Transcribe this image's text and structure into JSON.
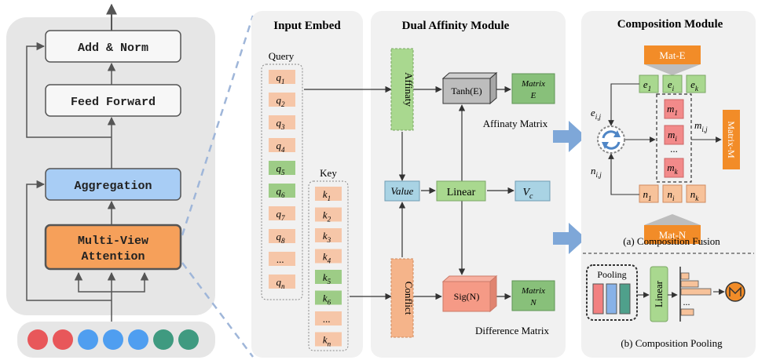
{
  "left_block": {
    "add_norm": "Add & Norm",
    "feed_forward": "Feed Forward",
    "aggregation": "Aggregation",
    "mva_line1": "Multi-View",
    "mva_line2": "Attention",
    "dots": [
      "#e8575a",
      "#e8575a",
      "#4f9ef0",
      "#4f9ef0",
      "#4f9ef0",
      "#3f9a80",
      "#3f9a80"
    ]
  },
  "input_embed": {
    "title": "Input Embed",
    "query_label": "Query",
    "key_label": "Key",
    "queries": [
      {
        "b": "q",
        "s": "1",
        "c": "#f6c6a8"
      },
      {
        "b": "q",
        "s": "2",
        "c": "#f6c6a8"
      },
      {
        "b": "q",
        "s": "3",
        "c": "#f6c6a8"
      },
      {
        "b": "q",
        "s": "4",
        "c": "#f6c6a8"
      },
      {
        "b": "q",
        "s": "5",
        "c": "#9dcc86"
      },
      {
        "b": "q",
        "s": "6",
        "c": "#9dcc86"
      },
      {
        "b": "q",
        "s": "7",
        "c": "#f6c6a8"
      },
      {
        "b": "q",
        "s": "8",
        "c": "#f6c6a8"
      },
      {
        "b": "...",
        "s": "",
        "c": "#f6c6a8"
      },
      {
        "b": "q",
        "s": "n",
        "c": "#f6c6a8"
      }
    ],
    "keys": [
      {
        "b": "k",
        "s": "1",
        "c": "#f6c6a8"
      },
      {
        "b": "k",
        "s": "2",
        "c": "#f6c6a8"
      },
      {
        "b": "k",
        "s": "3",
        "c": "#f6c6a8"
      },
      {
        "b": "k",
        "s": "4",
        "c": "#f6c6a8"
      },
      {
        "b": "k",
        "s": "5",
        "c": "#9dcc86"
      },
      {
        "b": "k",
        "s": "6",
        "c": "#9dcc86"
      },
      {
        "b": "...",
        "s": "",
        "c": "#f6c6a8"
      },
      {
        "b": "k",
        "s": "n",
        "c": "#f6c6a8"
      }
    ]
  },
  "dual": {
    "title": "Dual Affinity Module",
    "affinaty": "Affinaty",
    "conflict": "Conflict",
    "tanh": "Tanh(E)",
    "sig": "Sig(N)",
    "matrix_word": "Matrix",
    "matrix_e": "E",
    "matrix_n": "N",
    "value": "Value",
    "linear": "Linear",
    "vc_base": "V",
    "vc_sub": "c",
    "affinaty_matrix": "Affinaty Matrix",
    "difference_matrix": "Difference Matrix"
  },
  "composition": {
    "title": "Composition Module",
    "mat_e": "Mat-E",
    "mat_n": "Mat-N",
    "matrix_m": "Matrix-M",
    "e_items": [
      {
        "b": "e",
        "s": "1"
      },
      {
        "b": "e",
        "s": "i"
      },
      {
        "b": "e",
        "s": "k"
      }
    ],
    "n_items": [
      {
        "b": "n",
        "s": "1"
      },
      {
        "b": "n",
        "s": "i"
      },
      {
        "b": "n",
        "s": "k"
      }
    ],
    "m_items": [
      {
        "b": "m",
        "s": "1"
      },
      {
        "b": "m",
        "s": "i"
      },
      {
        "b": "m",
        "s": "k"
      }
    ],
    "m_dots": "...",
    "eij_b": "e",
    "eij_s": "i,j",
    "nij_b": "n",
    "nij_s": "i,j",
    "mij_b": "m",
    "mij_s": "i,j",
    "fusion_caption": "(a) Composition Fusion",
    "pooling_label": "Pooling",
    "linear": "Linear",
    "bar_dots": "...",
    "pooling_caption": "(b) Composition Pooling"
  }
}
